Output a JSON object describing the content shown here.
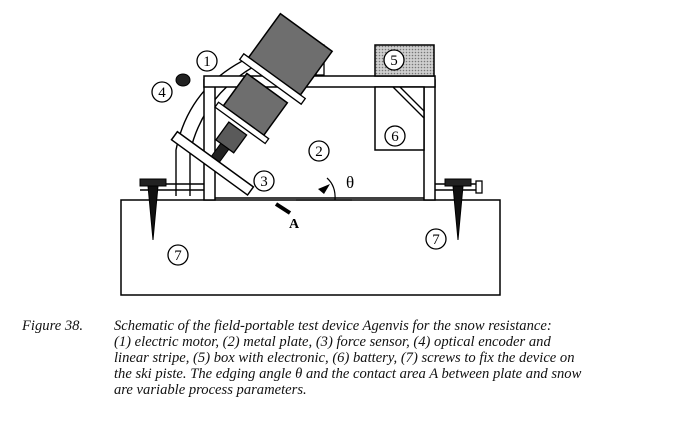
{
  "diagram": {
    "labels": {
      "l1": "1",
      "l2": "2",
      "l3": "3",
      "l4": "4",
      "l5": "5",
      "l6": "6",
      "l7a": "7",
      "l7b": "7",
      "theta": "θ",
      "area": "A"
    },
    "colors": {
      "line": "#000000",
      "motor": "#6e6e6e",
      "sensor": "#5a5a5a",
      "box5": "#bdbdbd"
    }
  },
  "caption": {
    "figure": "Figure 38.",
    "line1": "Schematic of the field-portable test device Agenvis for the snow resistance:",
    "line2": "(1) electric motor, (2) metal plate, (3) force sensor, (4) optical encoder and",
    "line3": "linear stripe, (5) box with electronic, (6) battery, (7) screws to fix the device on",
    "line4": "the ski piste. The edging angle θ and the contact area A between plate and snow",
    "line5": "are variable process parameters."
  }
}
